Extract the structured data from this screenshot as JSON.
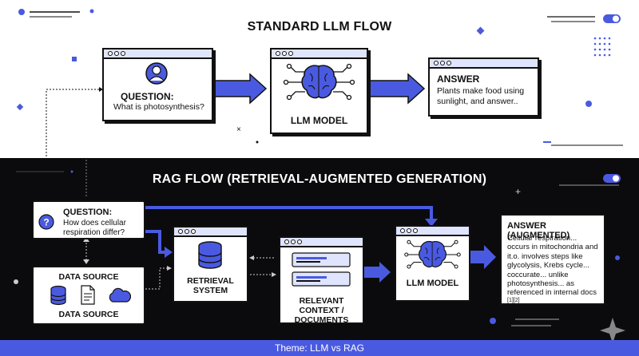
{
  "standard": {
    "title": "STANDARD LLM FLOW",
    "question": {
      "label": "QUESTION:",
      "text": "What is photosynthesis?"
    },
    "model": {
      "label": "LLM MODEL"
    },
    "answer": {
      "label": "ANSWER",
      "text": "Plants make food using sunlight, and answer.."
    }
  },
  "rag": {
    "title": "RAG FLOW (RETRIEVAL-AUGMENTED GENERATION)",
    "question": {
      "label": "QUESTION:",
      "text": "How does cellular respiration differ?"
    },
    "data_source": {
      "label_top": "DATA SOURCE",
      "label_bottom": "DATA SOURCE"
    },
    "retrieval": {
      "label": "RETRIEVAL SYSTEM"
    },
    "context": {
      "label": "RELEVANT CONTEXT / DOCUMENTS"
    },
    "model": {
      "label": "LLM MODEL"
    },
    "answer": {
      "label": "ANSWER (AUGMENTED)",
      "text": "Cellular respiration... occurs in mitochondria and it.o. involves steps like glycolysis, Krebs cycle... coccurate... unlike photosynthesis... as referenced in internal docs",
      "refs": "[1][2]"
    }
  },
  "footer": {
    "text": "Theme: LLM vs RAG"
  },
  "colors": {
    "accent": "#4a5ae0",
    "dark_bg": "#0b0b0d",
    "light_panel": "#dfe4ff"
  }
}
